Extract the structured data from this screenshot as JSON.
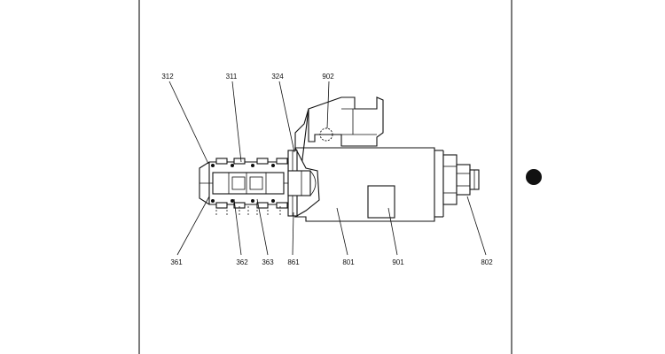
{
  "diagram": {
    "labels": {
      "p312": "312",
      "p311": "311",
      "p324": "324",
      "p902": "902",
      "p361": "361",
      "p362": "362",
      "p363": "363",
      "p861": "861",
      "p801": "801",
      "p901": "901",
      "p802": "802"
    }
  }
}
